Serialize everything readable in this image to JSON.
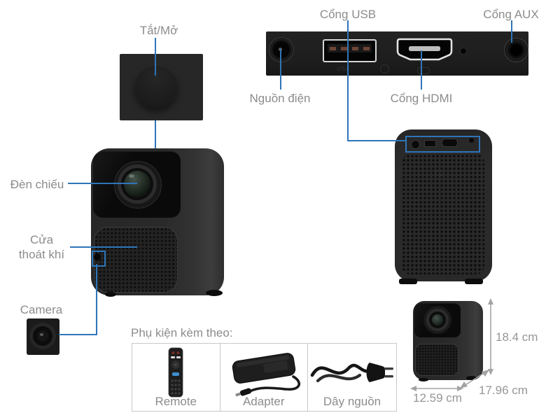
{
  "colors": {
    "accent_blue": "#2e75b8",
    "label_gray": "#8c8c8c",
    "table_border": "#c9c9c9",
    "device_black": "#2a2a2a"
  },
  "callouts": {
    "power_toggle": "Tắt/Mở",
    "usb_port": "Cổng USB",
    "aux_port": "Cổng AUX",
    "power_input": "Nguồn điện",
    "hdmi_port": "Cổng HDMI",
    "lens": "Đèn chiếu",
    "air_vent_line1": "Cửa",
    "air_vent_line2": "thoát khí",
    "camera": "Camera"
  },
  "panel_marks": {
    "usb_text": "USB"
  },
  "accessories": {
    "title": "Phụ kiện kèm theo:",
    "items": [
      {
        "label": "Remote"
      },
      {
        "label": "Adapter"
      },
      {
        "label": "Dây nguồn"
      }
    ]
  },
  "dimensions": {
    "height": "18.4 cm",
    "depth": "17.96 cm",
    "width": "12.59 cm"
  }
}
